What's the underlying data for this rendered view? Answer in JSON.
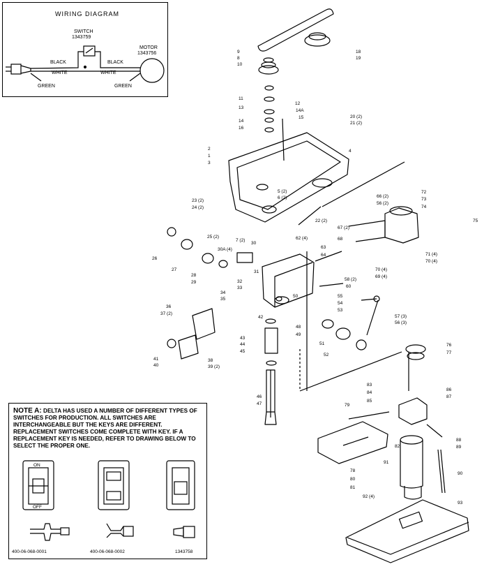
{
  "wiring": {
    "title": "WIRING  DIAGRAM",
    "switch_label": "SWITCH",
    "switch_part": "1343759",
    "motor_label": "MOTOR",
    "motor_part": "1343756",
    "black_left": "BLACK",
    "black_right": "BLACK",
    "white_left": "WHITE",
    "white_right": "WHITE",
    "green_left": "GREEN",
    "green_right": "GREEN"
  },
  "note": {
    "heading": "NOTE A:",
    "text": "DELTA HAS USED A NUMBER OF DIFFERENT TYPES OF SWITCHES FOR PRODUCTION. ALL SWITCHES ARE INTERCHANGEABLE BUT THE KEYS ARE DIFFERENT. REPLACEMENT SWITCHES COME COMPLETE WITH KEY. IF A REPLACEMENT KEY IS NEEDED, REFER TO DRAWING BELOW TO SELECT THE PROPER ONE.",
    "switch_on_1": "ON",
    "switch_off_1": "OFF",
    "key_parts": [
      "400-06-068-0001",
      "400-06-068-0002",
      "1343758"
    ]
  },
  "part_labels": [
    {
      "id": "p9",
      "text": "9"
    },
    {
      "id": "p8",
      "text": "8"
    },
    {
      "id": "p10",
      "text": "10"
    },
    {
      "id": "p18",
      "text": "18"
    },
    {
      "id": "p19",
      "text": "19"
    },
    {
      "id": "p11",
      "text": "11"
    },
    {
      "id": "p12",
      "text": "12"
    },
    {
      "id": "p13",
      "text": "13"
    },
    {
      "id": "p14a",
      "text": "14A"
    },
    {
      "id": "p14",
      "text": "14"
    },
    {
      "id": "p15",
      "text": "15"
    },
    {
      "id": "p16",
      "text": "16"
    },
    {
      "id": "p20",
      "text": "20 (2)"
    },
    {
      "id": "p21",
      "text": "21 (2)"
    },
    {
      "id": "p2",
      "text": "2"
    },
    {
      "id": "p1",
      "text": "1"
    },
    {
      "id": "p3",
      "text": "3"
    },
    {
      "id": "p4",
      "text": "4"
    },
    {
      "id": "p5",
      "text": "5 (2)"
    },
    {
      "id": "p6",
      "text": "6 (2)"
    },
    {
      "id": "p23",
      "text": "23 (2)"
    },
    {
      "id": "p24",
      "text": "24 (2)"
    },
    {
      "id": "p25",
      "text": "25 (2)"
    },
    {
      "id": "p22",
      "text": "22 (2)"
    },
    {
      "id": "p7",
      "text": "7 (2)"
    },
    {
      "id": "p66",
      "text": "66 (2)"
    },
    {
      "id": "p56",
      "text": "56 (2)"
    },
    {
      "id": "p67",
      "text": "67 (2)"
    },
    {
      "id": "p68",
      "text": "68"
    },
    {
      "id": "p72",
      "text": "72"
    },
    {
      "id": "p73",
      "text": "73"
    },
    {
      "id": "p74",
      "text": "74"
    },
    {
      "id": "p75",
      "text": "75"
    },
    {
      "id": "p71",
      "text": "71 (4)"
    },
    {
      "id": "p70b",
      "text": "70 (4)"
    },
    {
      "id": "p70",
      "text": "70 (4)"
    },
    {
      "id": "p69",
      "text": "69 (4)"
    },
    {
      "id": "p26",
      "text": "26"
    },
    {
      "id": "p27",
      "text": "27"
    },
    {
      "id": "p28",
      "text": "28"
    },
    {
      "id": "p29",
      "text": "29"
    },
    {
      "id": "p30a",
      "text": "30A (4)"
    },
    {
      "id": "p30",
      "text": "30"
    },
    {
      "id": "p31",
      "text": "31"
    },
    {
      "id": "p62",
      "text": "62 (4)"
    },
    {
      "id": "p63",
      "text": "63"
    },
    {
      "id": "p64",
      "text": "64"
    },
    {
      "id": "p58",
      "text": "58 (2)"
    },
    {
      "id": "p60",
      "text": "60"
    },
    {
      "id": "p32",
      "text": "32"
    },
    {
      "id": "p33",
      "text": "33"
    },
    {
      "id": "p34",
      "text": "34"
    },
    {
      "id": "p35",
      "text": "35"
    },
    {
      "id": "p55",
      "text": "55"
    },
    {
      "id": "p54",
      "text": "54"
    },
    {
      "id": "p53",
      "text": "53"
    },
    {
      "id": "p50",
      "text": "50"
    },
    {
      "id": "p57",
      "text": "57 (3)"
    },
    {
      "id": "p56b",
      "text": "56 (3)"
    },
    {
      "id": "p36",
      "text": "36"
    },
    {
      "id": "p37",
      "text": "37 (2)"
    },
    {
      "id": "p42",
      "text": "42"
    },
    {
      "id": "p48",
      "text": "48"
    },
    {
      "id": "p49",
      "text": "49"
    },
    {
      "id": "p51",
      "text": "51"
    },
    {
      "id": "p52",
      "text": "52"
    },
    {
      "id": "p43",
      "text": "43"
    },
    {
      "id": "p44",
      "text": "44"
    },
    {
      "id": "p45",
      "text": "45"
    },
    {
      "id": "p41",
      "text": "41"
    },
    {
      "id": "p40",
      "text": "40"
    },
    {
      "id": "p38",
      "text": "38"
    },
    {
      "id": "p39",
      "text": "39 (2)"
    },
    {
      "id": "p76",
      "text": "76"
    },
    {
      "id": "p77",
      "text": "77"
    },
    {
      "id": "p83",
      "text": "83"
    },
    {
      "id": "p84",
      "text": "84"
    },
    {
      "id": "p85",
      "text": "85"
    },
    {
      "id": "p86",
      "text": "86"
    },
    {
      "id": "p87",
      "text": "87"
    },
    {
      "id": "p79",
      "text": "79"
    },
    {
      "id": "p46",
      "text": "46"
    },
    {
      "id": "p47",
      "text": "47"
    },
    {
      "id": "p88",
      "text": "88"
    },
    {
      "id": "p89",
      "text": "89"
    },
    {
      "id": "p82",
      "text": "82"
    },
    {
      "id": "p78",
      "text": "78"
    },
    {
      "id": "p80",
      "text": "80"
    },
    {
      "id": "p81",
      "text": "81"
    },
    {
      "id": "p91",
      "text": "91"
    },
    {
      "id": "p90",
      "text": "90"
    },
    {
      "id": "p92",
      "text": "92 (4)"
    },
    {
      "id": "p93",
      "text": "93"
    }
  ]
}
